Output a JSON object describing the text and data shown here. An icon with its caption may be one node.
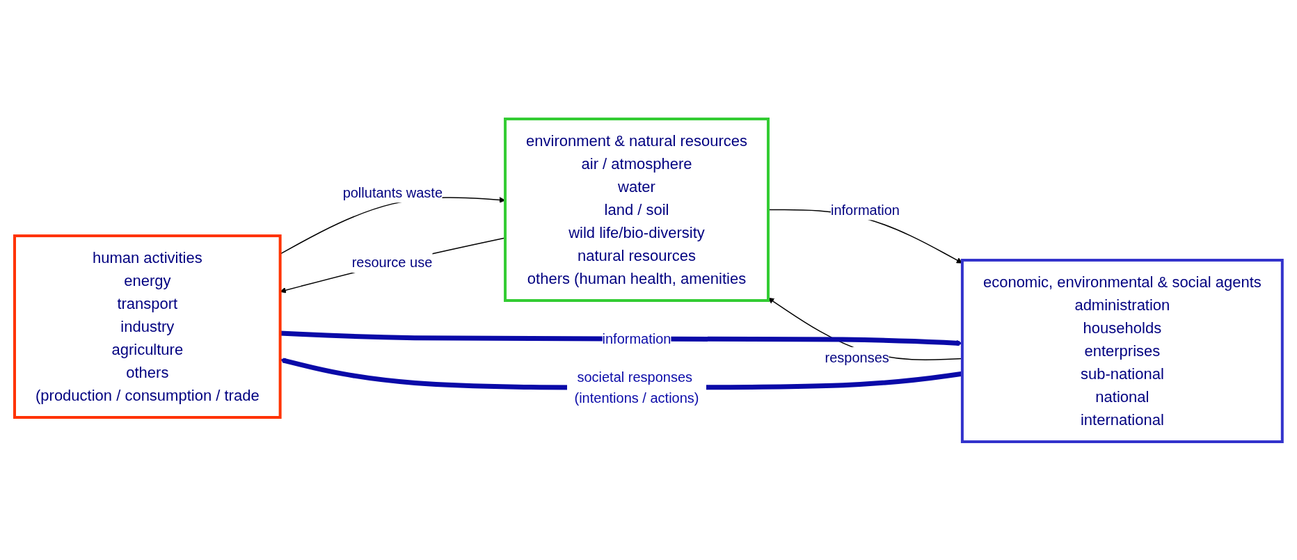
{
  "diagram": {
    "nodes": [
      {
        "text": [
          "human activities",
          "energy",
          "transport",
          "industry",
          "agriculture",
          "others",
          "(production / consumption / trade"
        ]
      },
      {
        "text": [
          "environment & natural resources",
          "air / atmosphere",
          "water",
          "land / soil",
          "wild life/bio-diversity",
          "natural resources",
          "others (human health, amenities"
        ]
      },
      {
        "text": [
          "economic, environmental & social agents",
          "administration",
          "households",
          "enterprises",
          "sub-national",
          "national",
          "international"
        ]
      }
    ],
    "edges": [
      {
        "from": 0,
        "to": 1,
        "arrow": "to",
        "label": "pollutants waste"
      },
      {
        "from": 1,
        "to": 2,
        "arrow": "to",
        "label": "information"
      },
      {
        "from": 1,
        "to": 0,
        "arrow": "to",
        "label": "resource use"
      },
      {
        "from": 2,
        "to": 1,
        "arrow": "to",
        "label": "responses"
      },
      {
        "from": 0,
        "to": 2,
        "arrow": "to",
        "label": "information",
        "style": "thick",
        "color": "#0a0aa8"
      },
      {
        "from": 2,
        "to": 0,
        "arrow": "to",
        "label": "societal responses (intentions / actions)",
        "style": "thick",
        "color": "#0a0aa8"
      }
    ]
  }
}
